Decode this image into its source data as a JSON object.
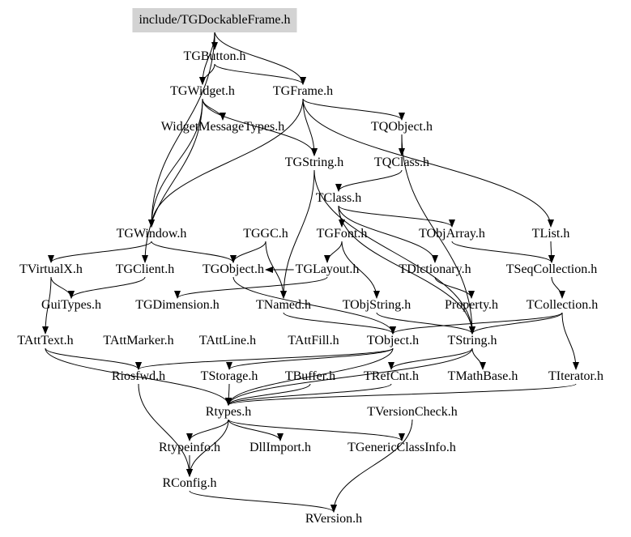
{
  "graph": {
    "root": "include/TGDockableFrame.h",
    "nodes": {
      "root": {
        "label": "include/TGDockableFrame.h",
        "highlight": true
      },
      "tgbutton": {
        "label": "TGButton.h"
      },
      "tgwidget": {
        "label": "TGWidget.h"
      },
      "tgframe": {
        "label": "TGFrame.h"
      },
      "widgetmsg": {
        "label": "WidgetMessageTypes.h"
      },
      "tqobject": {
        "label": "TQObject.h"
      },
      "tgstring": {
        "label": "TGString.h"
      },
      "tqclass": {
        "label": "TQClass.h"
      },
      "tclass": {
        "label": "TClass.h"
      },
      "tgwindow": {
        "label": "TGWindow.h"
      },
      "tggc": {
        "label": "TGGC.h"
      },
      "tgfont": {
        "label": "TGFont.h"
      },
      "tobjarray": {
        "label": "TObjArray.h"
      },
      "tlist": {
        "label": "TList.h"
      },
      "tvirtualx": {
        "label": "TVirtualX.h"
      },
      "tgclient": {
        "label": "TGClient.h"
      },
      "tgobject": {
        "label": "TGObject.h"
      },
      "tglayout": {
        "label": "TGLayout.h"
      },
      "tdictionary": {
        "label": "TDictionary.h"
      },
      "tseqcollection": {
        "label": "TSeqCollection.h"
      },
      "guitypes": {
        "label": "GuiTypes.h"
      },
      "tgdimension": {
        "label": "TGDimension.h"
      },
      "tnamed": {
        "label": "TNamed.h"
      },
      "tobjstring": {
        "label": "TObjString.h"
      },
      "property": {
        "label": "Property.h"
      },
      "tcollection": {
        "label": "TCollection.h"
      },
      "tatttext": {
        "label": "TAttText.h"
      },
      "tattmarker": {
        "label": "TAttMarker.h"
      },
      "tattline": {
        "label": "TAttLine.h"
      },
      "tattfill": {
        "label": "TAttFill.h"
      },
      "tobject": {
        "label": "TObject.h"
      },
      "tstring": {
        "label": "TString.h"
      },
      "riosfwd": {
        "label": "Riosfwd.h"
      },
      "tstorage": {
        "label": "TStorage.h"
      },
      "tbuffer": {
        "label": "TBuffer.h"
      },
      "trefcnt": {
        "label": "TRefCnt.h"
      },
      "tmathbase": {
        "label": "TMathBase.h"
      },
      "titerator": {
        "label": "TIterator.h"
      },
      "rtypes": {
        "label": "Rtypes.h"
      },
      "tversioncheck": {
        "label": "TVersionCheck.h"
      },
      "rtypeinfo": {
        "label": "Rtypeinfo.h"
      },
      "dllimport": {
        "label": "DllImport.h"
      },
      "tgenericclassinfo": {
        "label": "TGenericClassInfo.h"
      },
      "rconfig": {
        "label": "RConfig.h"
      },
      "rversion": {
        "label": "RVersion.h"
      }
    },
    "edges": [
      [
        "root",
        "tgbutton"
      ],
      [
        "root",
        "tgwidget"
      ],
      [
        "root",
        "tgframe"
      ],
      [
        "root",
        "tgwindow"
      ],
      [
        "tgbutton",
        "tgwidget"
      ],
      [
        "tgbutton",
        "tgframe"
      ],
      [
        "tgwidget",
        "widgetmsg"
      ],
      [
        "tgwidget",
        "tgstring"
      ],
      [
        "tgwidget",
        "tgclient"
      ],
      [
        "tgwidget",
        "tgwindow"
      ],
      [
        "tgframe",
        "tqobject"
      ],
      [
        "tgframe",
        "tgstring"
      ],
      [
        "tgframe",
        "tgwindow"
      ],
      [
        "tgframe",
        "tlist"
      ],
      [
        "tqobject",
        "tqclass"
      ],
      [
        "tqobject",
        "tstring"
      ],
      [
        "tqclass",
        "tclass"
      ],
      [
        "tgstring",
        "tnamed"
      ],
      [
        "tgstring",
        "tstring"
      ],
      [
        "tclass",
        "tobjarray"
      ],
      [
        "tclass",
        "tdictionary"
      ],
      [
        "tclass",
        "tgfont"
      ],
      [
        "tclass",
        "tstring"
      ],
      [
        "tgwindow",
        "tvirtualx"
      ],
      [
        "tgwindow",
        "tgobject"
      ],
      [
        "tggc",
        "tgobject"
      ],
      [
        "tggc",
        "tnamed"
      ],
      [
        "tgfont",
        "tglayout"
      ],
      [
        "tgfont",
        "tobjstring"
      ],
      [
        "tobjarray",
        "tseqcollection"
      ],
      [
        "tlist",
        "tseqcollection"
      ],
      [
        "tseqcollection",
        "tcollection"
      ],
      [
        "tdictionary",
        "property"
      ],
      [
        "tgclient",
        "guitypes"
      ],
      [
        "tgobject",
        "tobject"
      ],
      [
        "tglayout",
        "tgdimension"
      ],
      [
        "tglayout",
        "tgobject"
      ],
      [
        "tvirtualx",
        "guitypes"
      ],
      [
        "tvirtualx",
        "tatttext"
      ],
      [
        "tcollection",
        "tobject"
      ],
      [
        "tcollection",
        "titerator"
      ],
      [
        "tcollection",
        "tstring"
      ],
      [
        "tnamed",
        "tobject"
      ],
      [
        "tobjstring",
        "tstring"
      ],
      [
        "tatttext",
        "riosfwd"
      ],
      [
        "tatttext",
        "rtypes"
      ],
      [
        "tobject",
        "riosfwd"
      ],
      [
        "tobject",
        "tstorage"
      ],
      [
        "tobject",
        "rtypes"
      ],
      [
        "tstring",
        "trefcnt"
      ],
      [
        "tstring",
        "tmathbase"
      ],
      [
        "tstring",
        "rtypes"
      ],
      [
        "tstorage",
        "rtypes"
      ],
      [
        "tbuffer",
        "rtypes"
      ],
      [
        "trefcnt",
        "rtypes"
      ],
      [
        "titerator",
        "rtypes"
      ],
      [
        "riosfwd",
        "rconfig"
      ],
      [
        "rtypes",
        "rtypeinfo"
      ],
      [
        "rtypes",
        "dllimport"
      ],
      [
        "rtypes",
        "tgenericclassinfo"
      ],
      [
        "rtypes",
        "rconfig"
      ],
      [
        "rtypeinfo",
        "rconfig"
      ],
      [
        "rconfig",
        "rversion"
      ],
      [
        "tversioncheck",
        "rversion"
      ]
    ]
  }
}
